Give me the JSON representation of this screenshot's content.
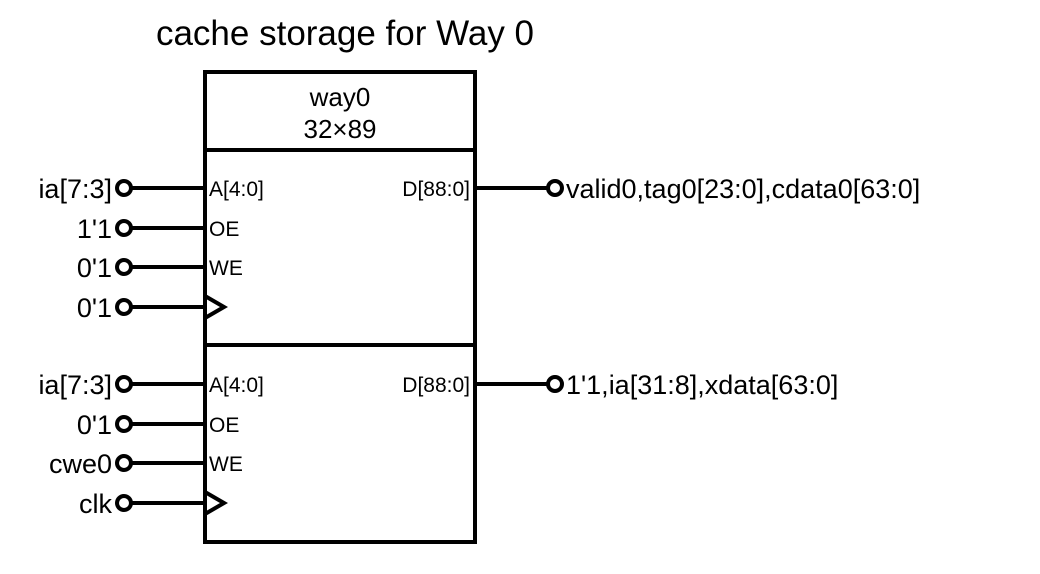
{
  "title": "cache storage for Way 0",
  "block": {
    "name": "way0",
    "size": "32×89"
  },
  "ports": [
    {
      "inputs": [
        {
          "signal": "ia[7:3]",
          "pin": "A[4:0]"
        },
        {
          "signal": "1'1",
          "pin": "OE"
        },
        {
          "signal": "0'1",
          "pin": "WE"
        },
        {
          "signal": "0'1",
          "pin": ""
        }
      ],
      "output": {
        "pin": "D[88:0]",
        "signal": "valid0,tag0[23:0],cdata0[63:0]"
      }
    },
    {
      "inputs": [
        {
          "signal": "ia[7:3]",
          "pin": "A[4:0]"
        },
        {
          "signal": "0'1",
          "pin": "OE"
        },
        {
          "signal": "cwe0",
          "pin": "WE"
        },
        {
          "signal": "clk",
          "pin": ""
        }
      ],
      "output": {
        "pin": "D[88:0]",
        "signal": "1'1,ia[31:8],xdata[63:0]"
      }
    }
  ]
}
